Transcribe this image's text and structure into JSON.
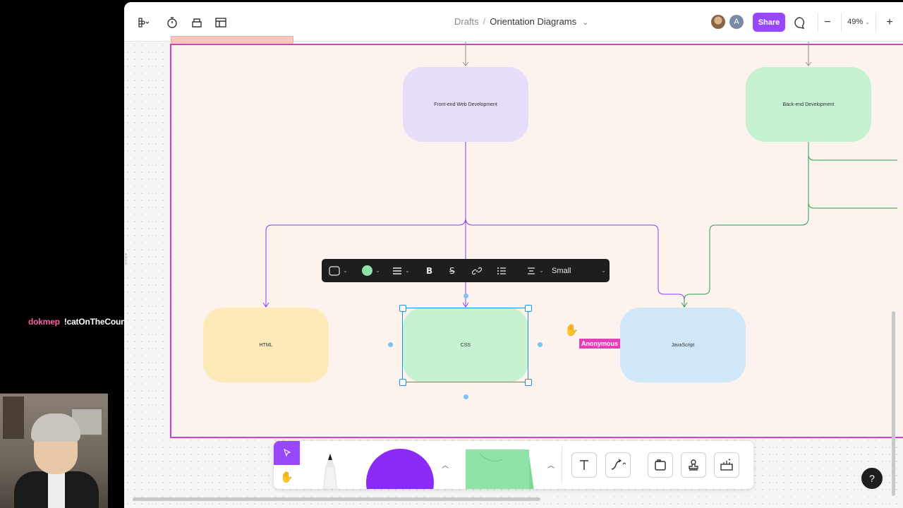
{
  "stream": {
    "chat_user": "dokmep",
    "chat_message": "!catOnTheCounter"
  },
  "topbar": {
    "breadcrumb_parent": "Drafts",
    "breadcrumb_separator": "/",
    "file_name": "Orientation Diagrams",
    "avatar_initial": "A",
    "share_label": "Share",
    "zoom_minus": "−",
    "zoom_value": "49%",
    "zoom_plus": "+"
  },
  "diagram": {
    "nodes": {
      "frontend": "Front-end Web Development",
      "backend": "Back-end Development",
      "html": "HTML",
      "css": "CSS",
      "javascript": "JavaScript"
    },
    "colors": {
      "section_border": "#d63fc3",
      "selection": "#1e8ee6",
      "purple_connector": "#8a3cf0",
      "green_connector": "#2c9e4f"
    }
  },
  "format_toolbar": {
    "text_size": "Small"
  },
  "collaborator": {
    "cursor_label": "Anonymous"
  },
  "dock": {
    "selected_tool": "move",
    "tools": [
      "move",
      "hand",
      "marker",
      "shape",
      "sticky",
      "text",
      "connector",
      "section",
      "stamp",
      "more"
    ]
  },
  "help": {
    "label": "?"
  }
}
